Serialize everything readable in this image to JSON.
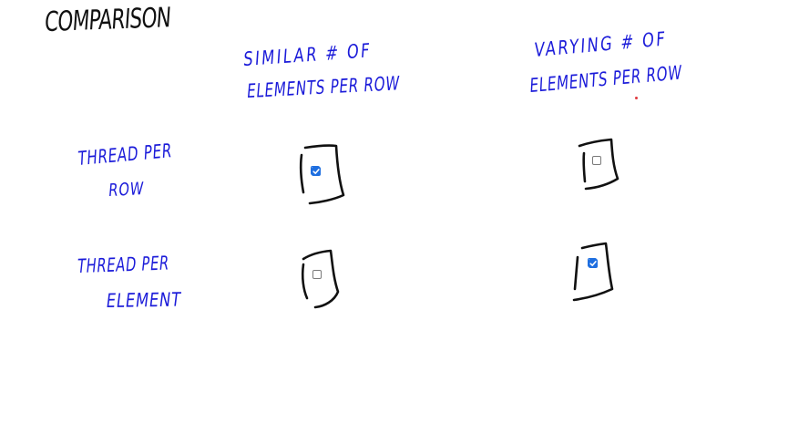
{
  "title": "Comparison",
  "columns": [
    {
      "line1": "Similar # of",
      "line2": "Elements per row"
    },
    {
      "line1": "Varying # of",
      "line2": "Elements per row"
    }
  ],
  "rows": [
    {
      "line1": "Thread per",
      "line2": "row"
    },
    {
      "line1": "Thread per",
      "line2": "element"
    }
  ],
  "cells": [
    {
      "row": 0,
      "col": 0,
      "checked": true
    },
    {
      "row": 0,
      "col": 1,
      "checked": false
    },
    {
      "row": 1,
      "col": 0,
      "checked": false
    },
    {
      "row": 1,
      "col": 1,
      "checked": true
    }
  ],
  "colors": {
    "ink_black": "#111111",
    "ink_blue": "#1b1bd9",
    "checkbox_accent": "#1f6fe0",
    "stray_dot": "#e0393e"
  }
}
